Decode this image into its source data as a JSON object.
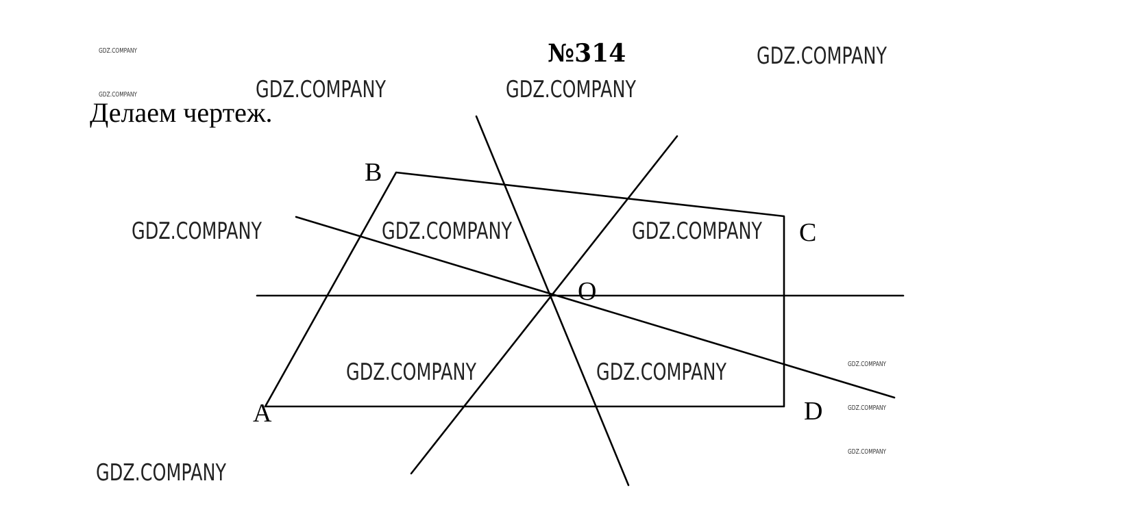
{
  "problem_number": "№314",
  "caption": "Делаем чертеж.",
  "watermark": "GDZ.COMPANY",
  "points": {
    "A": "A",
    "B": "B",
    "C": "C",
    "D": "D",
    "O": "O"
  }
}
